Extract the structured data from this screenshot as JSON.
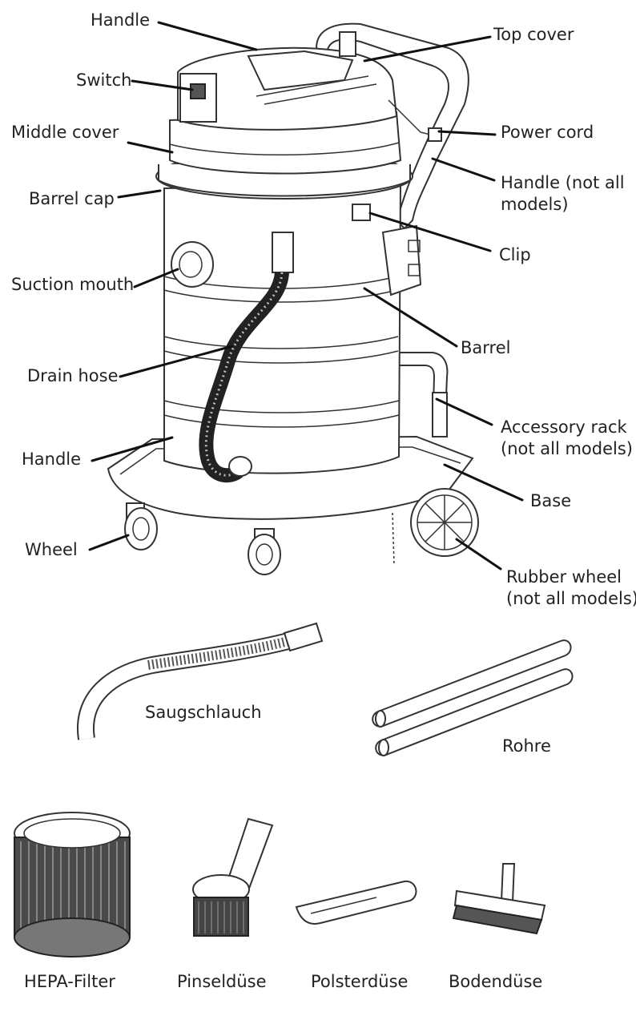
{
  "diagram": {
    "labels": {
      "handle_top": "Handle",
      "switch": "Switch",
      "middle_cover": "Middle cover",
      "barrel_cap": "Barrel cap",
      "suction_mouth": "Suction mouth",
      "drain_hose": "Drain hose",
      "handle_lower": "Handle",
      "wheel": "Wheel",
      "top_cover": "Top cover",
      "power_cord": "Power cord",
      "handle_not_all_1": "Handle (not all",
      "handle_not_all_2": "models)",
      "clip": "Clip",
      "barrel": "Barrel",
      "accessory_rack_1": "Accessory rack",
      "accessory_rack_2": "(not all models)",
      "base": "Base",
      "rubber_wheel_1": "Rubber wheel",
      "rubber_wheel_2": "(not all models)"
    },
    "accessories": {
      "saugschlauch": "Saugschlauch",
      "rohre": "Rohre",
      "hepa_filter": "HEPA-Filter",
      "pinselduese": "Pinseldüse",
      "polsterduese": "Polsterdüse",
      "bodenduese": "Bodendüse"
    }
  }
}
